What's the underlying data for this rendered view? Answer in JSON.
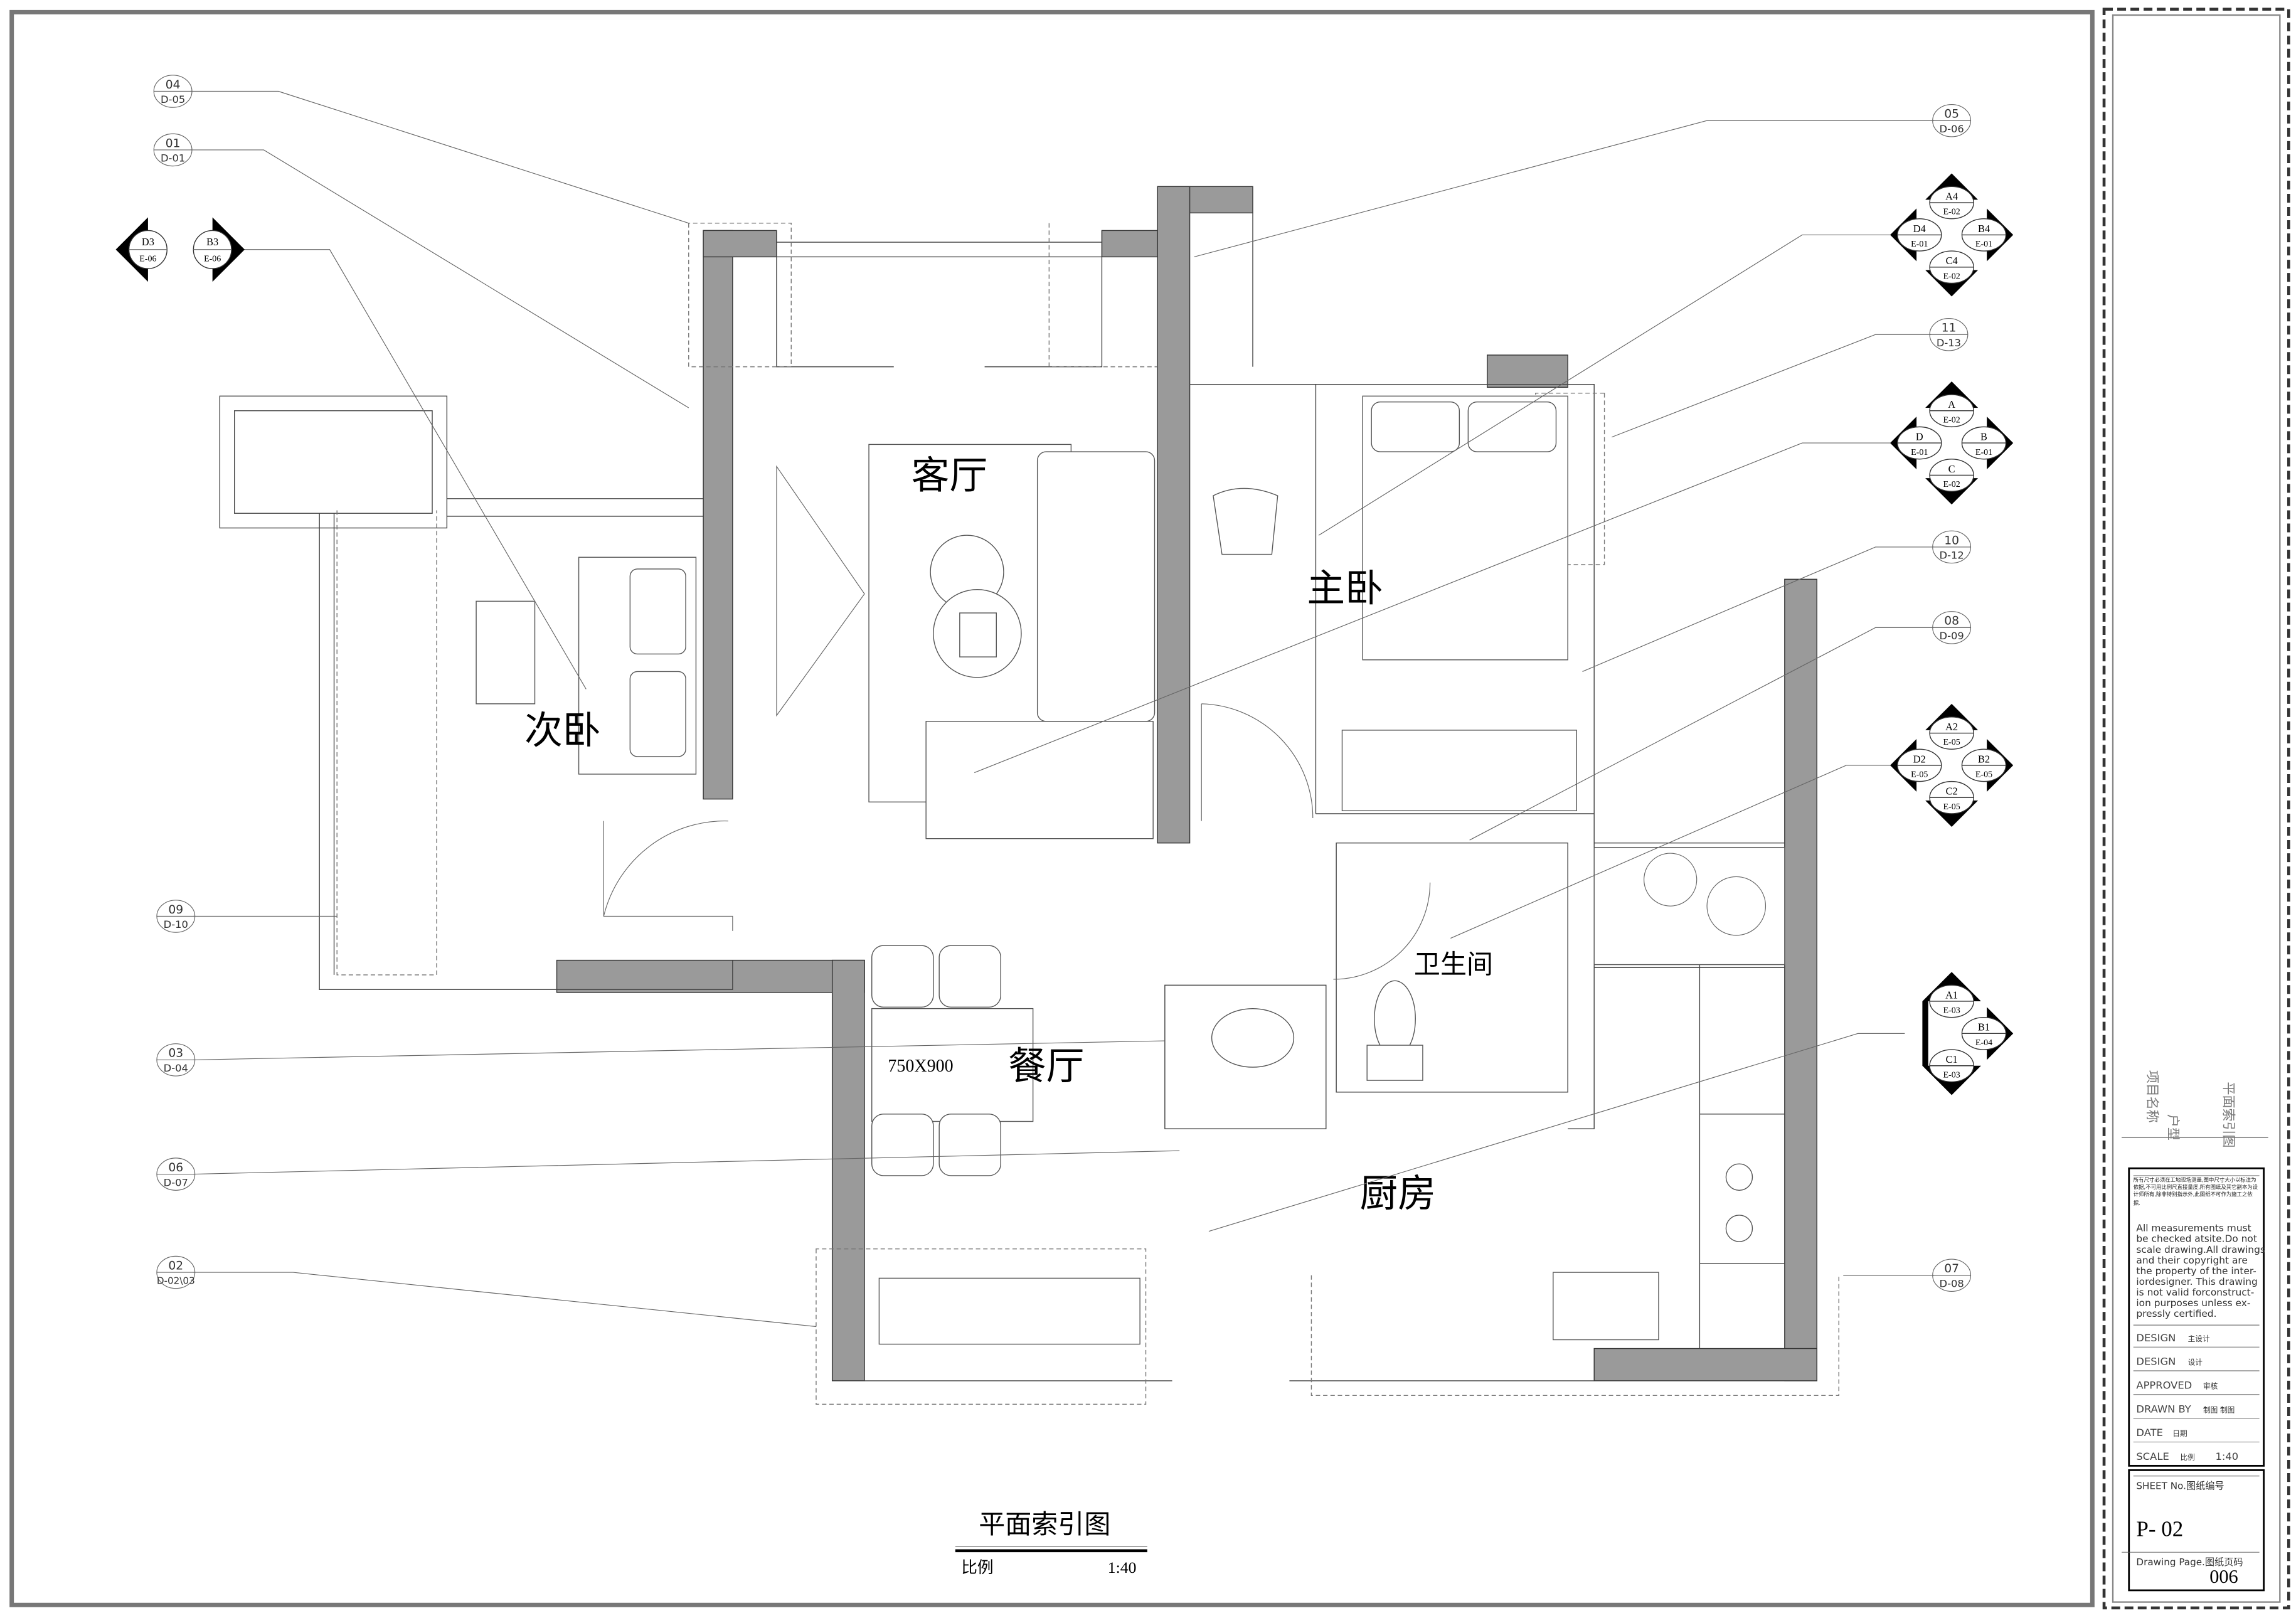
{
  "drawing": {
    "title": "平面索引图",
    "scale_label": "比例",
    "scale_value": "1:40"
  },
  "rooms": {
    "living": "客厅",
    "master_bedroom": "主卧",
    "second_bedroom": "次卧",
    "bathroom": "卫生间",
    "dining": "餐厅",
    "kitchen": "厨房",
    "dining_table_size": "750X900"
  },
  "detail_callouts": [
    {
      "num": "04",
      "ref": "D-05"
    },
    {
      "num": "01",
      "ref": "D-01"
    },
    {
      "num": "09",
      "ref": "D-10"
    },
    {
      "num": "03",
      "ref": "D-04"
    },
    {
      "num": "06",
      "ref": "D-07"
    },
    {
      "num": "02",
      "ref": "D-02\\03"
    },
    {
      "num": "05",
      "ref": "D-06"
    },
    {
      "num": "11",
      "ref": "D-13"
    },
    {
      "num": "10",
      "ref": "D-12"
    },
    {
      "num": "08",
      "ref": "D-09"
    },
    {
      "num": "07",
      "ref": "D-08"
    }
  ],
  "elevation_left": [
    {
      "num": "D3",
      "ref": "E-06"
    },
    {
      "num": "B3",
      "ref": "E-06"
    }
  ],
  "elevation_groups": [
    {
      "a": {
        "num": "A4",
        "ref": "E-02"
      },
      "b": {
        "num": "B4",
        "ref": "E-01"
      },
      "c": {
        "num": "C4",
        "ref": "E-02"
      },
      "d": {
        "num": "D4",
        "ref": "E-01"
      }
    },
    {
      "a": {
        "num": "A",
        "ref": "E-02"
      },
      "b": {
        "num": "B",
        "ref": "E-01"
      },
      "c": {
        "num": "C",
        "ref": "E-02"
      },
      "d": {
        "num": "D",
        "ref": "E-01"
      }
    },
    {
      "a": {
        "num": "A2",
        "ref": "E-05"
      },
      "b": {
        "num": "B2",
        "ref": "E-05"
      },
      "c": {
        "num": "C2",
        "ref": "E-05"
      },
      "d": {
        "num": "D2",
        "ref": "E-05"
      }
    }
  ],
  "elevation_three": {
    "a": {
      "num": "A1",
      "ref": "E-03"
    },
    "b": {
      "num": "B1",
      "ref": "E-04"
    },
    "c": {
      "num": "C1",
      "ref": "E-03"
    }
  },
  "title_block": {
    "project_name": "项目名称",
    "unit_type": "户型",
    "drawing_name": "平面索引图",
    "note_cn": "所有尺寸必须在工地现场测量,图中尺寸大小以标注为依据,不可用比例尺直接量度,所有图纸及其它副本为设计师所有,除非特别指示外,此图纸不可作为施工之依据.",
    "note_en": [
      "All measurements must",
      "be checked atsite.Do not",
      "scale drawing.All drawings",
      "and their copyright are",
      "the property of the inter-",
      "iordesigner. This drawing",
      "is not valid forconstruct-",
      "ion purposes unless ex-",
      "pressly certified."
    ],
    "rows": [
      {
        "label": "DESIGN",
        "value": "主设计"
      },
      {
        "label": "DESIGN",
        "value": "设计"
      },
      {
        "label": "APPROVED",
        "value": "审核"
      },
      {
        "label": "DRAWN BY",
        "value": "制图 制图"
      },
      {
        "label": "DATE",
        "value": "日期"
      },
      {
        "label": "SCALE",
        "value": "比例",
        "extra": "1:40"
      }
    ],
    "sheet_label": "SHEET No.图纸编号",
    "sheet_no": "P- 02",
    "page_label": "Drawing Page.图纸页码",
    "page_no": "006"
  }
}
